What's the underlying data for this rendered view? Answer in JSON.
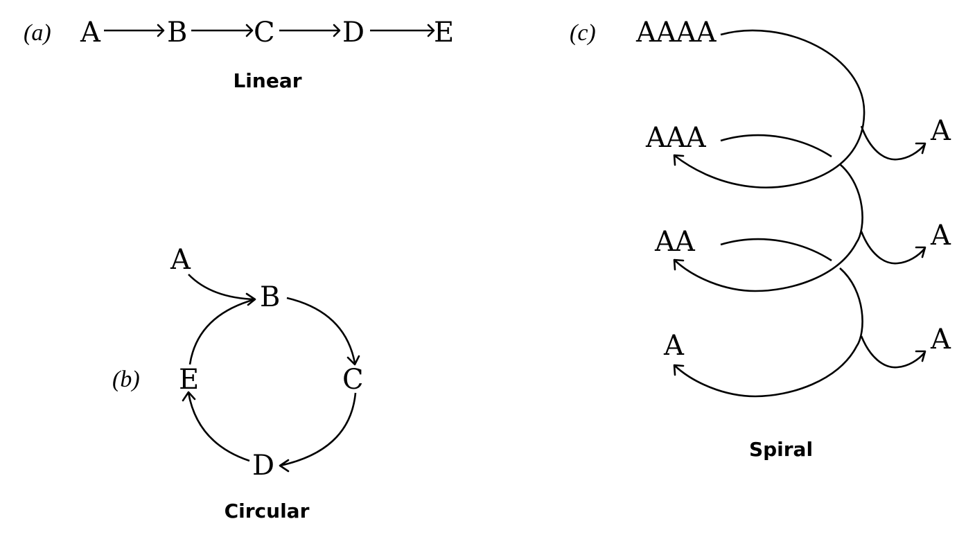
{
  "panels": {
    "a": {
      "label": "(a)",
      "caption": "Linear",
      "nodes": [
        "A",
        "B",
        "C",
        "D",
        "E"
      ],
      "edges": [
        [
          "A",
          "B"
        ],
        [
          "B",
          "C"
        ],
        [
          "C",
          "D"
        ],
        [
          "D",
          "E"
        ]
      ]
    },
    "b": {
      "label": "(b)",
      "caption": "Circular",
      "nodes": [
        "A",
        "B",
        "C",
        "D",
        "E"
      ],
      "edges": [
        [
          "A",
          "B"
        ],
        [
          "B",
          "C"
        ],
        [
          "C",
          "D"
        ],
        [
          "D",
          "E"
        ],
        [
          "E",
          "B"
        ]
      ]
    },
    "c": {
      "label": "(c)",
      "caption": "Spiral",
      "left_nodes": [
        "AAAA",
        "AAA",
        "AA",
        "A"
      ],
      "right_nodes": [
        "A",
        "A",
        "A"
      ],
      "edges": [
        [
          "AAAA",
          "AAA"
        ],
        [
          "AAAA",
          "A"
        ],
        [
          "AAA",
          "AA"
        ],
        [
          "AAA",
          "A"
        ],
        [
          "AA",
          "A"
        ],
        [
          "AA",
          "A"
        ]
      ]
    }
  }
}
